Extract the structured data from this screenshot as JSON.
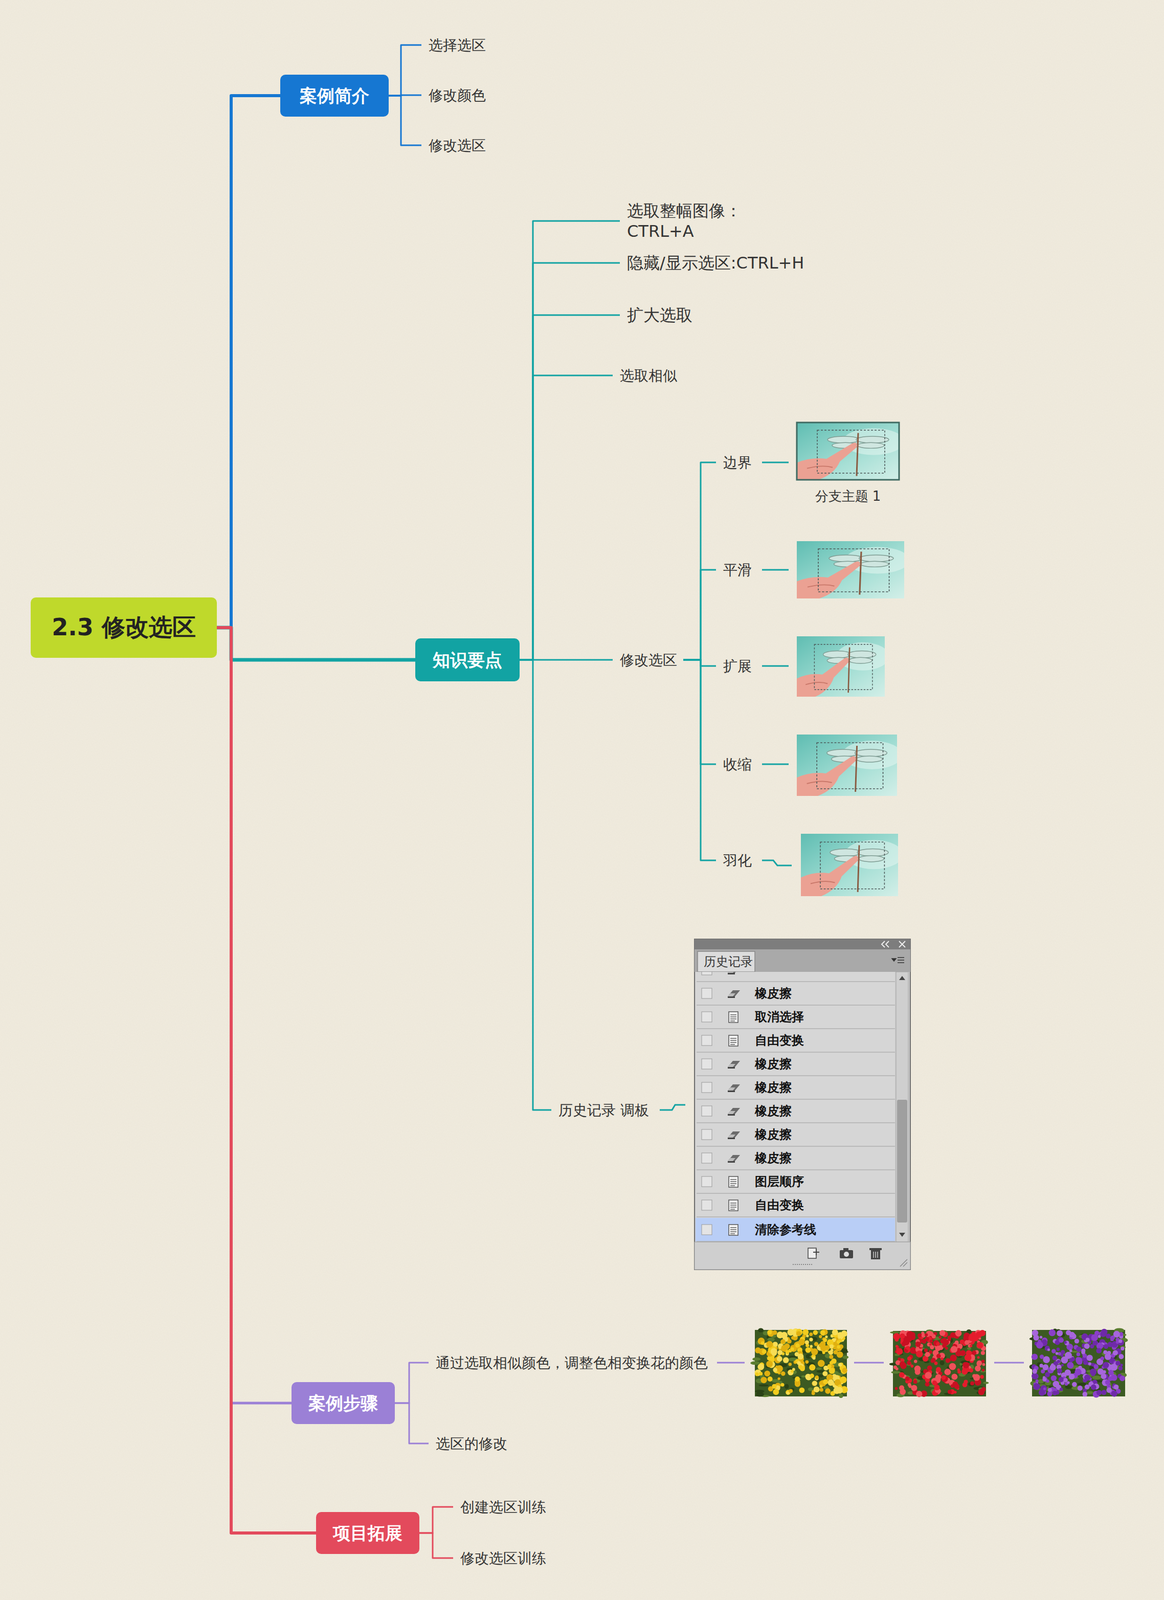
{
  "diagram": {
    "nodes": [
      {
        "text": [
          "2.3 修改选区"
        ]
      },
      {
        "text": [
          "案例简介"
        ]
      },
      {
        "text": [
          "选择选区"
        ]
      },
      {
        "text": [
          "修改颜色"
        ]
      },
      {
        "text": [
          "修改选区"
        ]
      },
      {
        "text": [
          "知识要点"
        ]
      },
      {
        "text": [
          "选取整幅图像： CTRL+A"
        ]
      },
      {
        "text": [
          "隐藏/显示选区:CTRL+H"
        ]
      },
      {
        "text": [
          "扩大选取"
        ]
      },
      {
        "text": [
          "选取相似"
        ]
      },
      {
        "text": [
          "修改选区"
        ]
      },
      {
        "text": [
          "边界"
        ]
      },
      {
        "text": [
          "平滑"
        ]
      },
      {
        "text": [
          "扩展"
        ]
      },
      {
        "text": [
          "收缩"
        ]
      },
      {
        "text": [
          "羽化"
        ]
      },
      {
        "text": [
          "历史记录 调板"
        ]
      },
      {
        "text": [
          "案例步骤"
        ]
      },
      {
        "text": [
          "通过选取相似颜色，调整色相变换花的颜色"
        ]
      },
      {
        "text": [
          "选区的修改"
        ]
      },
      {
        "text": [
          "项目拓展"
        ]
      },
      {
        "text": [
          "创建选区训练"
        ]
      },
      {
        "text": [
          "修改选区训练"
        ]
      }
    ],
    "edges": [
      {
        "from": 0,
        "to": 1,
        "arrow": "none"
      },
      {
        "from": 1,
        "to": 2,
        "arrow": "none"
      },
      {
        "from": 1,
        "to": 3,
        "arrow": "none"
      },
      {
        "from": 1,
        "to": 4,
        "arrow": "none"
      },
      {
        "from": 0,
        "to": 5,
        "arrow": "none"
      },
      {
        "from": 5,
        "to": 6,
        "arrow": "none"
      },
      {
        "from": 5,
        "to": 7,
        "arrow": "none"
      },
      {
        "from": 5,
        "to": 8,
        "arrow": "none"
      },
      {
        "from": 5,
        "to": 9,
        "arrow": "none"
      },
      {
        "from": 5,
        "to": 10,
        "arrow": "none"
      },
      {
        "from": 10,
        "to": 11,
        "arrow": "none"
      },
      {
        "from": 10,
        "to": 12,
        "arrow": "none"
      },
      {
        "from": 10,
        "to": 13,
        "arrow": "none"
      },
      {
        "from": 10,
        "to": 14,
        "arrow": "none"
      },
      {
        "from": 10,
        "to": 15,
        "arrow": "none"
      },
      {
        "from": 5,
        "to": 16,
        "arrow": "none"
      },
      {
        "from": 0,
        "to": 17,
        "arrow": "none"
      },
      {
        "from": 17,
        "to": 18,
        "arrow": "none"
      },
      {
        "from": 17,
        "to": 19,
        "arrow": "none"
      },
      {
        "from": 0,
        "to": 20,
        "arrow": "none"
      },
      {
        "from": 20,
        "to": 21,
        "arrow": "none"
      },
      {
        "from": 20,
        "to": 22,
        "arrow": "none"
      }
    ],
    "labels": [
      "分支主题 1",
      "历史记录",
      "橡皮擦",
      "取消选择",
      "自由变换",
      "橡皮擦",
      "橡皮擦",
      "橡皮擦",
      "橡皮擦",
      "橡皮擦",
      "图层顺序",
      "自由变换",
      "清除参考线"
    ]
  }
}
